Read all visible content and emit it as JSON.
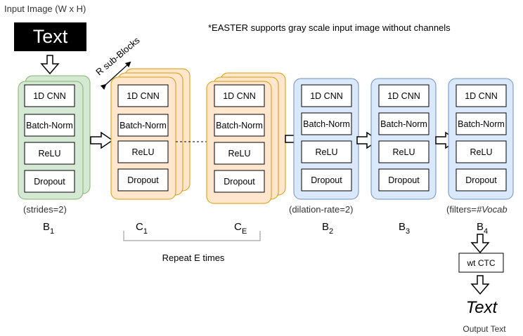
{
  "header": {
    "input_label": "Input Image (W x H)",
    "note": "*EASTER supports gray scale input image without channels"
  },
  "input_box": {
    "text": "Text"
  },
  "annotation": {
    "sub_blocks": "R sub-Blocks"
  },
  "layer_labels": [
    "1D CNN",
    "Batch-Norm",
    "ReLU",
    "Dropout"
  ],
  "blocks": [
    {
      "id": "b1",
      "caption": "(strides=2)",
      "label_main": "B",
      "label_sub": "1",
      "color": "green"
    },
    {
      "id": "c1",
      "caption": "",
      "label_main": "C",
      "label_sub": "1",
      "color": "orange"
    },
    {
      "id": "ce",
      "caption": "",
      "label_main": "C",
      "label_sub": "E",
      "color": "orange"
    },
    {
      "id": "b2",
      "caption": "(dilation-rate=2)",
      "label_main": "B",
      "label_sub": "2",
      "color": "blue"
    },
    {
      "id": "b3",
      "caption": "",
      "label_main": "B",
      "label_sub": "3",
      "color": "blue"
    },
    {
      "id": "b4",
      "caption_prefix": "(filters=",
      "caption_italic": "#Vocab",
      "label_main": "B",
      "label_sub": "4",
      "color": "blue"
    }
  ],
  "repeat": {
    "label": "Repeat E times"
  },
  "ctc": {
    "label": "wt CTC"
  },
  "output": {
    "text": "Text",
    "label": "Output Text"
  },
  "colors": {
    "green_fill": "#d5e8d4",
    "green_stroke": "#82b366",
    "orange_fill": "#ffe6cc",
    "orange_stroke": "#d79b00",
    "blue_fill": "#dae8fc",
    "blue_stroke": "#6c8ebf",
    "black": "#000000",
    "bracket": "#b3b3b3"
  }
}
